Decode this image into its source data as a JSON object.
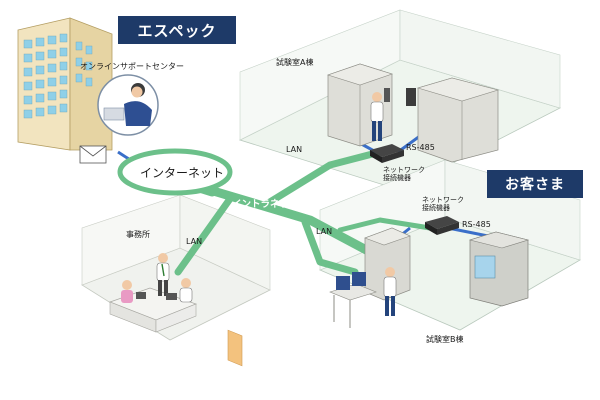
{
  "banners": {
    "espec": "エスペック",
    "customer": "お客さま"
  },
  "labels": {
    "online_support_center": "オンラインサポートセンター",
    "internet": "インターネット",
    "intranet": "イントラネット",
    "lab_a": "試験室A棟",
    "lab_b": "試験室B棟",
    "office": "事務所",
    "lan_lab_a": "LAN",
    "lan_office": "LAN",
    "lan_lab_b": "LAN",
    "rs485_a": "RS-485",
    "rs485_b": "RS-485",
    "network_device_a": [
      "ネットワーク",
      "接続機器"
    ],
    "network_device_b": [
      "ネットワーク",
      "接続機器"
    ]
  },
  "colors": {
    "banner_navy": "#1e3a68",
    "network_green": "#6cc08a",
    "rs485_blue": "#3a6fc9",
    "room_floor": "#eef5ee",
    "equipment_gray": "#d4d4cf"
  },
  "icons": [
    "office-building-icon",
    "support-operator-icon",
    "envelope-icon",
    "network-device-icon",
    "test-chamber-icon",
    "worker-icon",
    "office-staff-icon"
  ]
}
